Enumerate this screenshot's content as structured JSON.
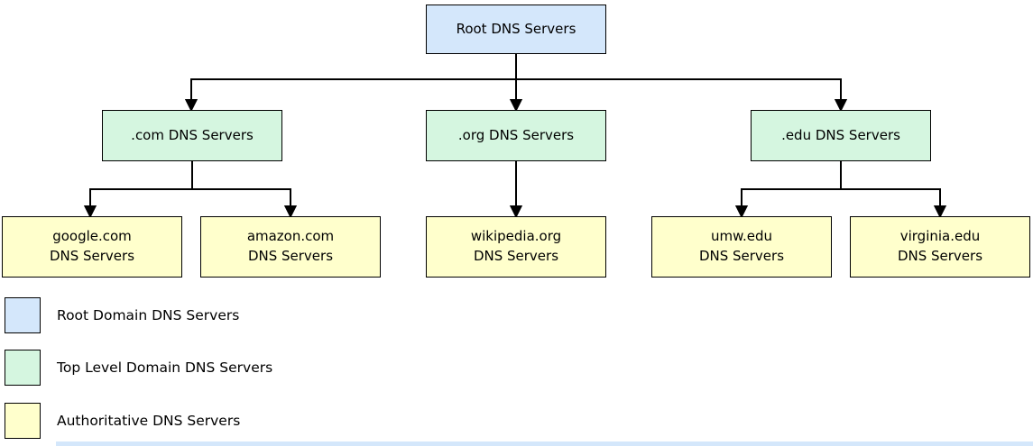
{
  "diagram": {
    "root": {
      "label": "Root DNS Servers"
    },
    "tld": [
      {
        "label": ".com DNS Servers"
      },
      {
        "label": ".org DNS Servers"
      },
      {
        "label": ".edu DNS Servers"
      }
    ],
    "authoritative": [
      {
        "label": "google.com\nDNS Servers"
      },
      {
        "label": "amazon.com\nDNS Servers"
      },
      {
        "label": "wikipedia.org\nDNS Servers"
      },
      {
        "label": "umw.edu\nDNS Servers"
      },
      {
        "label": "virginia.edu\nDNS Servers"
      }
    ]
  },
  "legend": {
    "items": [
      {
        "label": "Root Domain DNS Servers",
        "color": "#d4e7fb"
      },
      {
        "label": "Top Level Domain DNS Servers",
        "color": "#d5f6e0"
      },
      {
        "label": "Authoritative DNS Servers",
        "color": "#ffffcc"
      }
    ]
  },
  "colors": {
    "root_fill": "#d4e7fb",
    "tld_fill": "#d5f6e0",
    "authoritative_fill": "#ffffcc",
    "node_border": "#000000",
    "connector": "#000000",
    "background": "#ffffff"
  }
}
